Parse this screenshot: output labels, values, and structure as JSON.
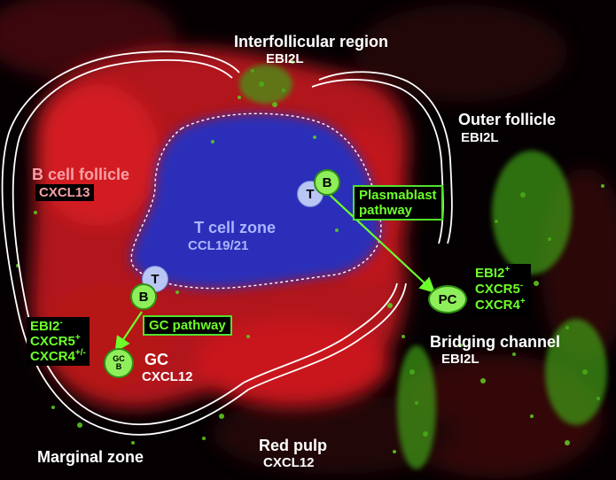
{
  "labels": {
    "interfollicular": "Interfollicular region",
    "interfollicular_sub": "EBI2L",
    "outer_follicle": "Outer follicle",
    "outer_follicle_sub": "EBI2L",
    "b_follicle": "B cell follicle",
    "b_follicle_sub": "CXCL13",
    "t_zone": "T cell zone",
    "t_zone_sub": "CCL19/21",
    "gc": "GC",
    "gc_sub": "CXCL12",
    "bridging": "Bridging channel",
    "bridging_sub": "EBI2L",
    "marginal": "Marginal zone",
    "red_pulp": "Red pulp",
    "red_pulp_sub": "CXCL12"
  },
  "pathways": {
    "plasmablast_line1": "Plasmablast",
    "plasmablast_line2": "pathway",
    "gc": "GC pathway"
  },
  "cells": {
    "t": "T",
    "b": "B",
    "pc": "PC",
    "gc_top": "GC",
    "gc_bottom": "B"
  },
  "receptors_gc": {
    "line1": "EBI2",
    "line1_sup": "-",
    "line2": "CXCR5",
    "line2_sup": "+",
    "line3": "CXCR4",
    "line3_sup": "+/-"
  },
  "receptors_pc": {
    "line1": "EBI2",
    "line1_sup": "+",
    "line2": "CXCR5",
    "line2_sup": "-",
    "line3": "CXCR4",
    "line3_sup": "+"
  },
  "colors": {
    "follicle_red": "#c8161e",
    "t_zone_blue": "#2c2fb8",
    "marker_green": "#6dff2b",
    "background": "#000000"
  }
}
